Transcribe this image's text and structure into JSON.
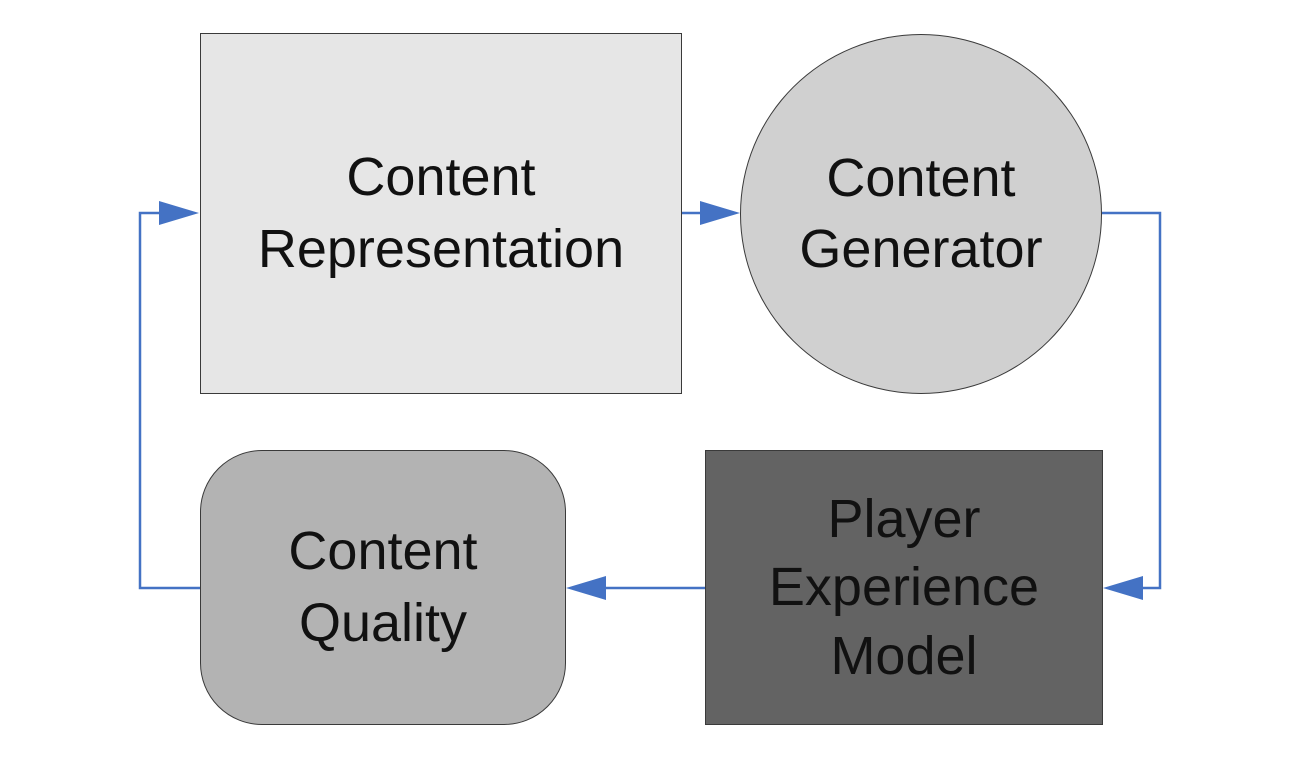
{
  "nodes": {
    "representation": {
      "line1": "Content",
      "line2": "Representation"
    },
    "generator": {
      "line1": "Content",
      "line2": "Generator"
    },
    "experience": {
      "line1": "Player",
      "line2": "Experience",
      "line3": "Model"
    },
    "quality": {
      "line1": "Content",
      "line2": "Quality"
    }
  },
  "colors": {
    "connector": "#4472c4",
    "representation_fill": "#e6e6e6",
    "generator_fill": "#d0d0d0",
    "experience_fill": "#636363",
    "quality_fill": "#b3b3b3"
  },
  "edges": [
    {
      "from": "Content Representation",
      "to": "Content Generator"
    },
    {
      "from": "Content Generator",
      "to": "Player Experience Model"
    },
    {
      "from": "Player Experience Model",
      "to": "Content Quality"
    },
    {
      "from": "Content Quality",
      "to": "Content Representation"
    }
  ]
}
